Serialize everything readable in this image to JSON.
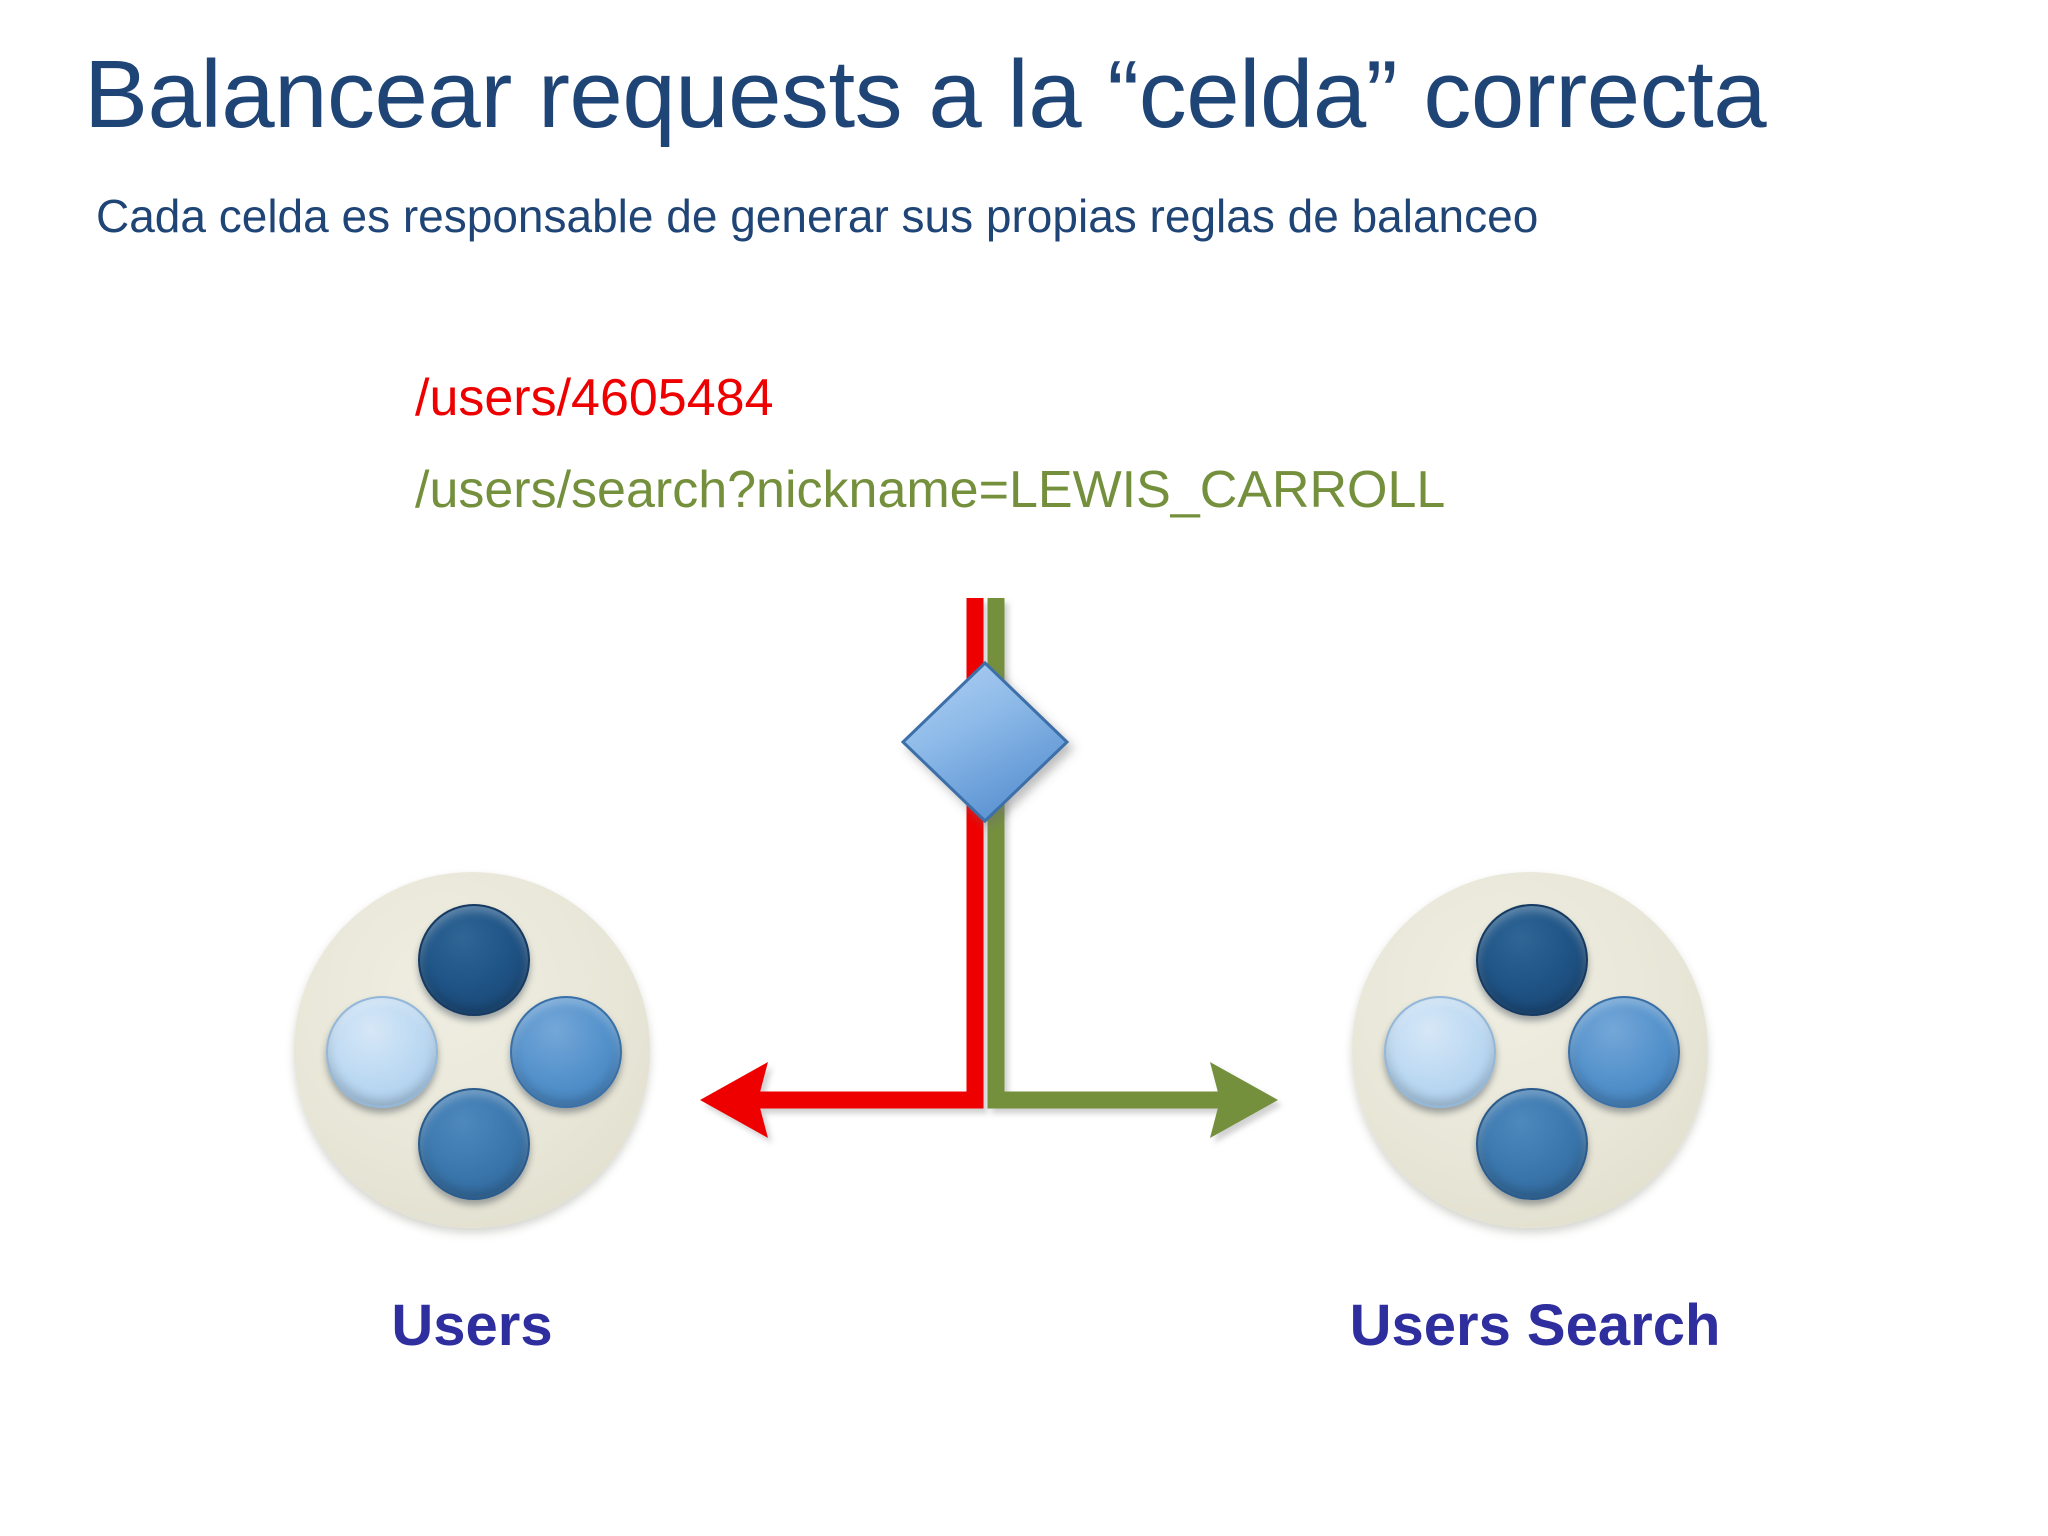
{
  "slide": {
    "title": "Balancear requests a la “celda” correcta",
    "subtitle": "Cada celda es responsable de generar sus propias reglas de balanceo"
  },
  "requests": [
    {
      "id": "users-by-id",
      "text": "/users/4605484",
      "color": "#ee0000",
      "routes_to": "Users",
      "direction": "left"
    },
    {
      "id": "users-search",
      "text": "/users/search?nickname=LEWIS_CARROLL",
      "color": "#74903c",
      "routes_to": "Users Search",
      "direction": "right"
    }
  ],
  "router": {
    "shape": "diamond",
    "fill_start": "#a8cbef",
    "fill_end": "#5b93d2",
    "border": "#3c6fa8"
  },
  "cells": [
    {
      "id": "users",
      "label": "Users",
      "disc_color": "#e8e6d7",
      "nodes": [
        {
          "position": "top",
          "color": "#1f5486"
        },
        {
          "position": "left",
          "color": "#bcd9f2"
        },
        {
          "position": "right",
          "color": "#5391cb"
        },
        {
          "position": "bottom",
          "color": "#3a76ac"
        }
      ]
    },
    {
      "id": "users-search",
      "label": "Users Search",
      "disc_color": "#e8e6d7",
      "nodes": [
        {
          "position": "top",
          "color": "#1f5486"
        },
        {
          "position": "left",
          "color": "#bcd9f2"
        },
        {
          "position": "right",
          "color": "#5391cb"
        },
        {
          "position": "bottom",
          "color": "#3a76ac"
        }
      ]
    }
  ],
  "colors": {
    "title_blue": "#1f4476",
    "label_indigo": "#2e2e9e",
    "red": "#ee0000",
    "green": "#74903c",
    "cream": "#e8e6d7",
    "background": "#ffffff"
  }
}
